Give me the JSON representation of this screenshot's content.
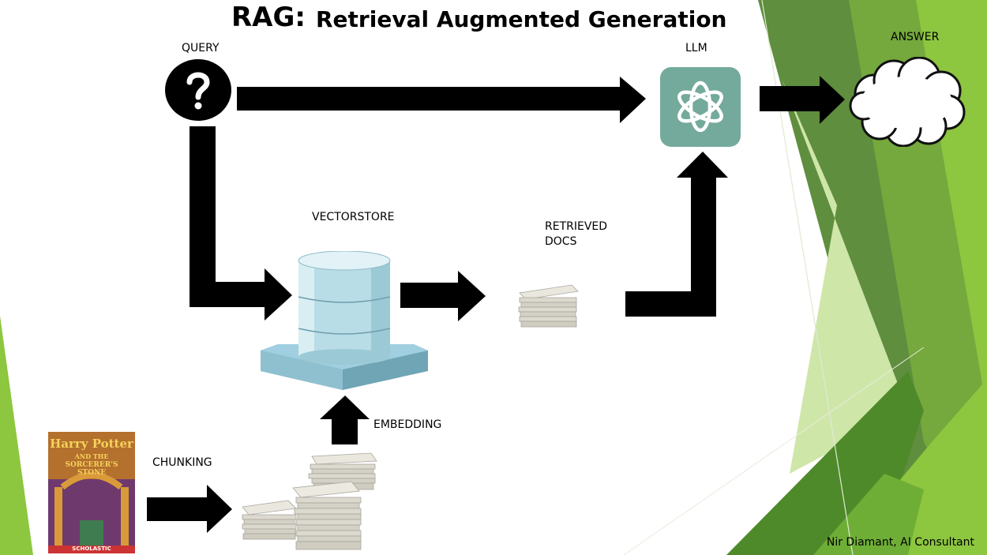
{
  "title": {
    "main": "RAG:",
    "sub": "Retrieval Augmented Generation"
  },
  "labels": {
    "query": "QUERY",
    "llm": "LLM",
    "answer": "ANSWER",
    "vectorstore": "VECTORSTORE",
    "retrieved_docs_line1": "RETRIEVED",
    "retrieved_docs_line2": "DOCS",
    "embedding": "EMBEDDING",
    "chunking": "CHUNKING"
  },
  "credit": "Nir Diamant, AI Consultant",
  "book": {
    "title_line1": "Harry Potter",
    "title_line2": "AND THE",
    "title_line3": "SORCERER'S STONE",
    "publisher": "SCHOLASTIC"
  },
  "icons": {
    "query": "question-mark-icon",
    "llm": "openai-logo-icon",
    "answer": "cloud-icon",
    "vectorstore": "database-cylinder-icon",
    "docs": "paper-stack-icon",
    "book": "book-cover-icon"
  },
  "colors": {
    "arrow": "#000000",
    "llm_tile": "#74aa9c",
    "database": "#b9dde6",
    "database_base": "#6fa5b5",
    "green_light": "#8dc63f",
    "green_dark": "#5e8d3b"
  }
}
